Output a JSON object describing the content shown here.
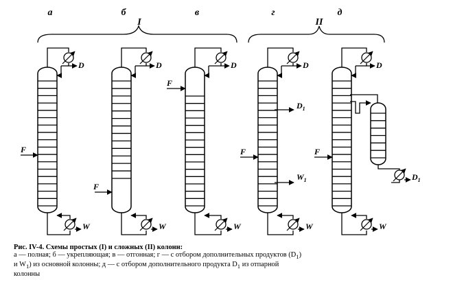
{
  "figure": {
    "group_labels": [
      "I",
      "II"
    ],
    "column_labels": [
      "а",
      "б",
      "в",
      "г",
      "д"
    ],
    "stream_labels": {
      "distillate": "D",
      "bottoms": "W",
      "feed": "F",
      "side_d1": "D",
      "side_d1_sub": "1",
      "side_w1": "W",
      "side_w1_sub": "1"
    }
  },
  "caption": {
    "title": "Рис. IV-4. Схемы простых (I) и сложных (II) колонн:",
    "line1": "а — полная; б — укрепляющая; в — отгонная; г — с отбором дополнительных продуктов (D",
    "line1_sub": "1",
    "line2_a": "и W",
    "line2_sub_a": "1",
    "line2_b": ") из основной колонны; д — с отбором дополнительного продукта D",
    "line2_sub_b": "1",
    "line2_c": " из отпарной",
    "line3": "колонны"
  }
}
